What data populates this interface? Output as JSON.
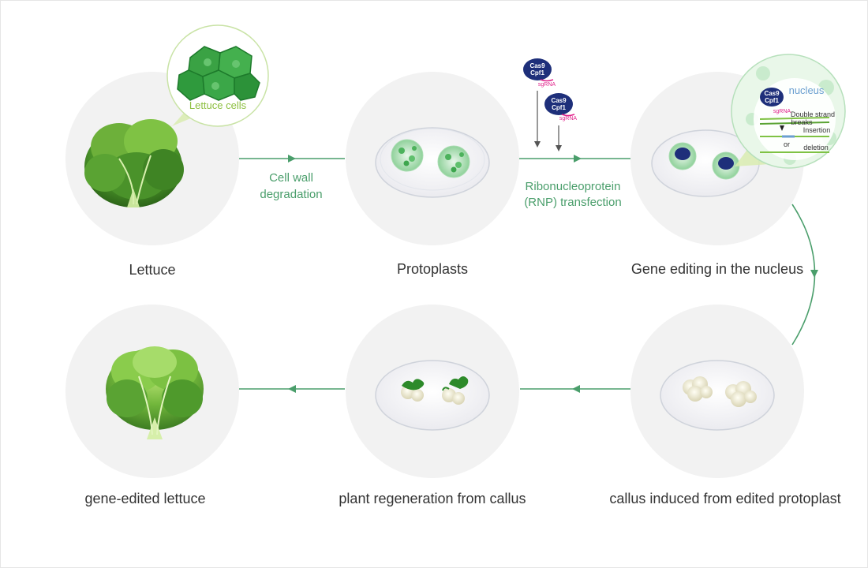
{
  "stages": {
    "lettuce": "Lettuce",
    "protoplasts": "Protoplasts",
    "gene_editing": "Gene editing in the nucleus",
    "callus": "callus induced from edited protoplast",
    "regeneration": "plant regeneration from callus",
    "edited_lettuce": "gene-edited lettuce"
  },
  "arrows": {
    "cell_wall_line1": "Cell wall",
    "cell_wall_line2": "degradation",
    "rnp_line1": "Ribonucleoprotein",
    "rnp_line2": "(RNP) transfection"
  },
  "callouts": {
    "lettuce_cells": "Lettuce cells",
    "nucleus": "nucleus",
    "double_strand_line1": "Double strand",
    "double_strand_line2": "breaks",
    "insertion": "Insertion",
    "or": "or",
    "deletion": "deletion"
  },
  "molecule": {
    "cas9": "Cas9",
    "cpf1": "Cpf1",
    "sgrna": "sgRNA"
  },
  "colors": {
    "flow_arrow": "#4a9e6b",
    "stage_text": "#333333",
    "callout_text": "#8cbf3f",
    "rnp_blob": "#1e2f7a",
    "sgrna": "#e0218a",
    "circle_bg": "#f2f2f2"
  }
}
